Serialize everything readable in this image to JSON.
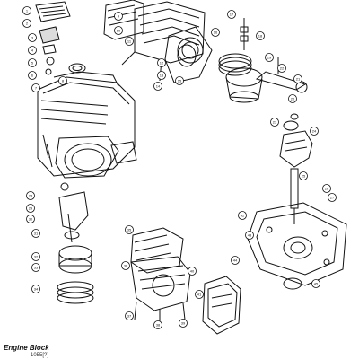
{
  "caption": {
    "title": "Engine Block",
    "code": "1055[?]"
  },
  "colors": {
    "ink": "#111111",
    "paper": "#ffffff"
  },
  "callouts": [
    {
      "label": "1"
    },
    {
      "label": "2"
    },
    {
      "label": "3"
    },
    {
      "label": "4"
    },
    {
      "label": "5"
    },
    {
      "label": "6"
    },
    {
      "label": "7"
    },
    {
      "label": "8"
    },
    {
      "label": "9"
    },
    {
      "label": "10"
    },
    {
      "label": "11"
    },
    {
      "label": "12"
    },
    {
      "label": "13"
    },
    {
      "label": "14"
    },
    {
      "label": "15"
    },
    {
      "label": "16"
    },
    {
      "label": "17"
    },
    {
      "label": "18"
    },
    {
      "label": "19"
    },
    {
      "label": "20"
    },
    {
      "label": "21"
    },
    {
      "label": "22"
    },
    {
      "label": "23"
    },
    {
      "label": "24"
    },
    {
      "label": "25"
    },
    {
      "label": "26"
    },
    {
      "label": "27"
    },
    {
      "label": "28"
    },
    {
      "label": "29"
    },
    {
      "label": "30"
    },
    {
      "label": "31"
    },
    {
      "label": "32"
    },
    {
      "label": "33"
    },
    {
      "label": "34"
    },
    {
      "label": "35"
    },
    {
      "label": "36"
    },
    {
      "label": "37"
    },
    {
      "label": "38"
    },
    {
      "label": "39"
    },
    {
      "label": "40"
    },
    {
      "label": "41"
    },
    {
      "label": "42"
    },
    {
      "label": "43"
    },
    {
      "label": "44"
    },
    {
      "label": "45"
    }
  ]
}
